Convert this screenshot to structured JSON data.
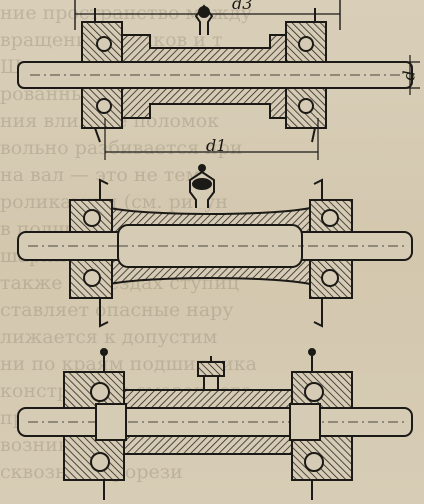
{
  "labels": {
    "top_dim": "d3",
    "right_dim": "d",
    "mid_dim": "d1"
  },
  "bleed_text_lines": [
    "ние пространство между",
    "вращения валиков и т",
    "Шестернями, установлен",
    "рованными подшипниками",
    "ния влияние поломок",
    "вольно разбивается при",
    "на вал — это не тем",
    "роликами и (см. рисун",
    "в подшипниках должно",
    "шариков внутреннего",
    "также в гнездах ступиц",
    "ставляет опасные нару",
    "лижается к допустим",
    "ни по краям подшипника",
    "конструкция смазочного",
    "при вращении оси вне",
    "возникает на нару",
    "сквозные прорези"
  ],
  "colors": {
    "ink": "#1c1a17",
    "paper": "#d6cbb4",
    "hatch": "#2a2622"
  }
}
